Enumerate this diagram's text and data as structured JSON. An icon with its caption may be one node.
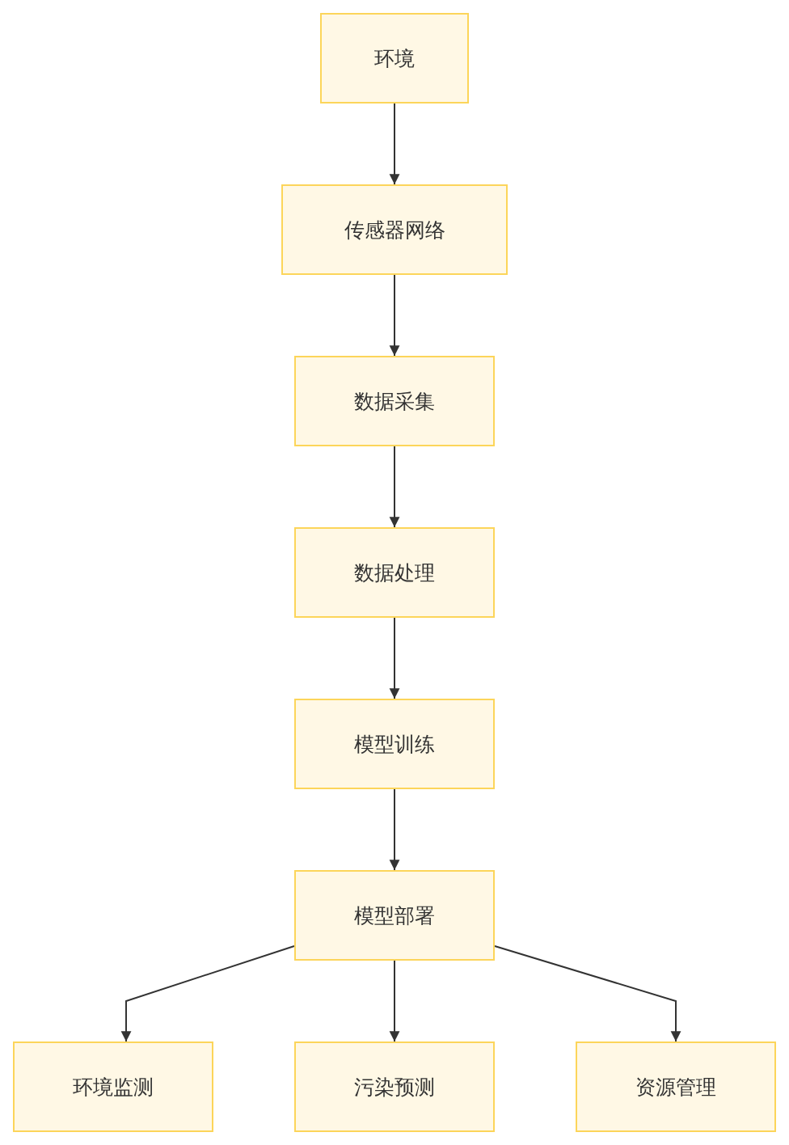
{
  "diagram": {
    "nodes": [
      {
        "text": [
          "环境"
        ]
      },
      {
        "text": [
          "传感器网络"
        ]
      },
      {
        "text": [
          "数据采集"
        ]
      },
      {
        "text": [
          "数据处理"
        ]
      },
      {
        "text": [
          "模型训练"
        ]
      },
      {
        "text": [
          "模型部署"
        ]
      },
      {
        "text": [
          "环境监测"
        ]
      },
      {
        "text": [
          "污染预测"
        ]
      },
      {
        "text": [
          "资源管理"
        ]
      }
    ],
    "edges": [
      {
        "from": 0,
        "to": 1,
        "arrow": "to"
      },
      {
        "from": 1,
        "to": 2,
        "arrow": "to"
      },
      {
        "from": 2,
        "to": 3,
        "arrow": "to"
      },
      {
        "from": 3,
        "to": 4,
        "arrow": "to"
      },
      {
        "from": 4,
        "to": 5,
        "arrow": "to"
      },
      {
        "from": 5,
        "to": 6,
        "arrow": "to"
      },
      {
        "from": 5,
        "to": 7,
        "arrow": "to"
      },
      {
        "from": 5,
        "to": 8,
        "arrow": "to"
      }
    ]
  }
}
